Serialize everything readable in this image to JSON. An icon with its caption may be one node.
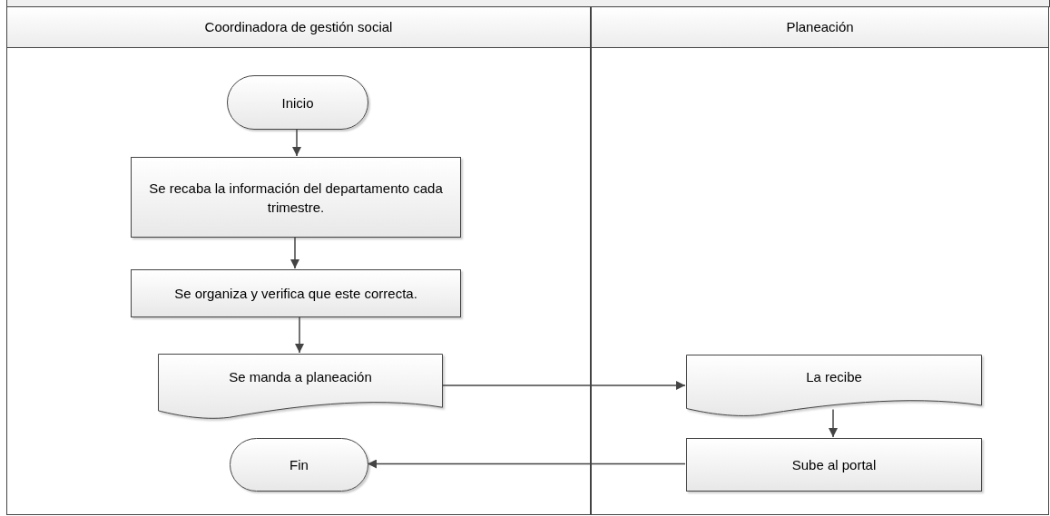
{
  "diagram": {
    "nodes": [
      {
        "text": [
          "Coordinadora de gestión social"
        ]
      },
      {
        "text": [
          "Planeación"
        ]
      },
      {
        "text": [
          "Inicio"
        ],
        "in": 0
      },
      {
        "text": [
          "Se recaba la información del departamento cada trimestre."
        ],
        "in": 0
      },
      {
        "text": [
          "Se organiza y verifica que este correcta."
        ],
        "in": 0
      },
      {
        "text": [
          "Se manda a planeación"
        ],
        "in": 0
      },
      {
        "text": [
          "Fin"
        ],
        "in": 0
      },
      {
        "text": [
          "La recibe"
        ],
        "in": 1
      },
      {
        "text": [
          "Sube al portal"
        ],
        "in": 1
      }
    ],
    "edges": [
      {
        "from": 2,
        "to": 3,
        "arrow": "to"
      },
      {
        "from": 3,
        "to": 4,
        "arrow": "to"
      },
      {
        "from": 4,
        "to": 5,
        "arrow": "to"
      },
      {
        "from": 5,
        "to": 7,
        "arrow": "to"
      },
      {
        "from": 7,
        "to": 8,
        "arrow": "to"
      },
      {
        "from": 8,
        "to": 6,
        "arrow": "to"
      }
    ]
  }
}
